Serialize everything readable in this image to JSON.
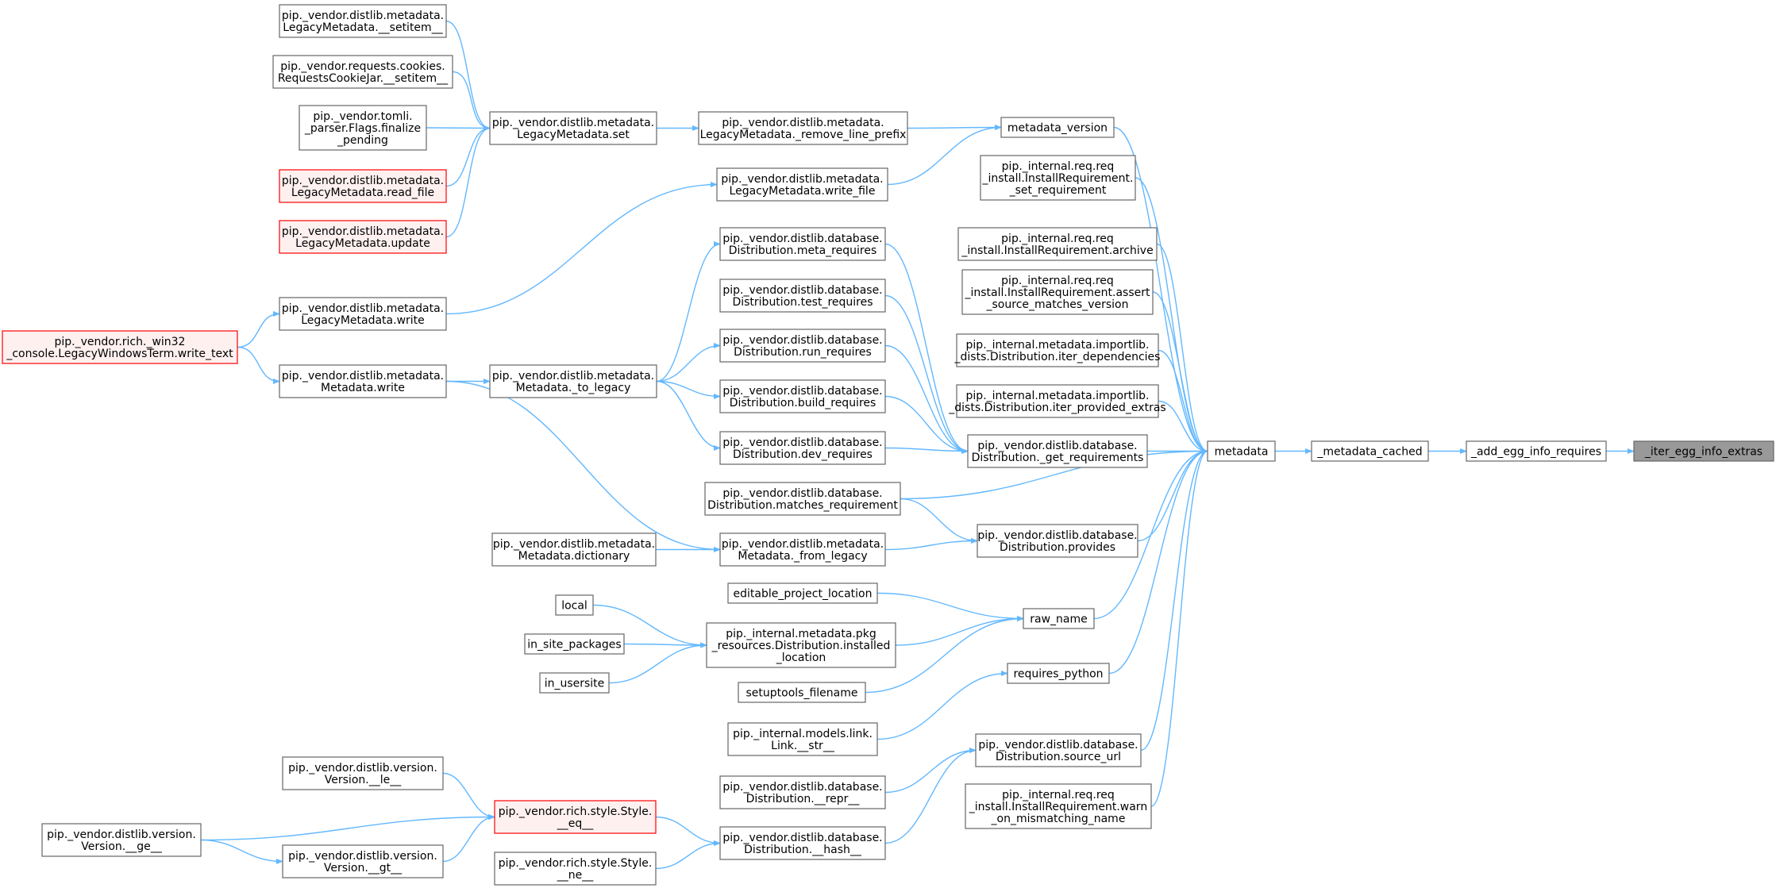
{
  "colors": {
    "edge": "#63b8ff",
    "node_border": "#666666",
    "node_fill": "#ffffff",
    "highlight_fill": "#fff0f0",
    "highlight_border": "#ff0000",
    "focus_fill": "#999999"
  },
  "nodes": [
    {
      "id": "focus",
      "lines": [
        "_iter_egg_info_extras"
      ],
      "style": "focus"
    },
    {
      "id": "add_egg",
      "lines": [
        "_add_egg_info_requires"
      ]
    },
    {
      "id": "metadata_cached",
      "lines": [
        "_metadata_cached"
      ]
    },
    {
      "id": "metadata",
      "lines": [
        "metadata"
      ]
    },
    {
      "id": "metadata_version",
      "lines": [
        "metadata_version"
      ]
    },
    {
      "id": "set_requirement",
      "lines": [
        "pip._internal.req.req",
        "_install.InstallRequirement.",
        "_set_requirement"
      ]
    },
    {
      "id": "archive",
      "lines": [
        "pip._internal.req.req",
        "_install.InstallRequirement.archive"
      ]
    },
    {
      "id": "assert_source",
      "lines": [
        "pip._internal.req.req",
        "_install.InstallRequirement.assert",
        "_source_matches_version"
      ]
    },
    {
      "id": "iter_dependencies",
      "lines": [
        "pip._internal.metadata.importlib.",
        "_dists.Distribution.iter_dependencies"
      ]
    },
    {
      "id": "iter_provided",
      "lines": [
        "pip._internal.metadata.importlib.",
        "_dists.Distribution.iter_provided_extras"
      ]
    },
    {
      "id": "get_requirements",
      "lines": [
        "pip._vendor.distlib.database.",
        "Distribution._get_requirements"
      ]
    },
    {
      "id": "provides",
      "lines": [
        "pip._vendor.distlib.database.",
        "Distribution.provides"
      ]
    },
    {
      "id": "raw_name",
      "lines": [
        "raw_name"
      ]
    },
    {
      "id": "requires_python",
      "lines": [
        "requires_python"
      ]
    },
    {
      "id": "source_url",
      "lines": [
        "pip._vendor.distlib.database.",
        "Distribution.source_url"
      ]
    },
    {
      "id": "warn_mismatch",
      "lines": [
        "pip._internal.req.req",
        "_install.InstallRequirement.warn",
        "_on_mismatching_name"
      ]
    },
    {
      "id": "remove_line_prefix",
      "lines": [
        "pip._vendor.distlib.metadata.",
        "LegacyMetadata._remove_line_prefix"
      ]
    },
    {
      "id": "write_file",
      "lines": [
        "pip._vendor.distlib.metadata.",
        "LegacyMetadata.write_file"
      ]
    },
    {
      "id": "meta_requires",
      "lines": [
        "pip._vendor.distlib.database.",
        "Distribution.meta_requires"
      ]
    },
    {
      "id": "test_requires",
      "lines": [
        "pip._vendor.distlib.database.",
        "Distribution.test_requires"
      ]
    },
    {
      "id": "run_requires",
      "lines": [
        "pip._vendor.distlib.database.",
        "Distribution.run_requires"
      ]
    },
    {
      "id": "build_requires",
      "lines": [
        "pip._vendor.distlib.database.",
        "Distribution.build_requires"
      ]
    },
    {
      "id": "dev_requires",
      "lines": [
        "pip._vendor.distlib.database.",
        "Distribution.dev_requires"
      ]
    },
    {
      "id": "matches_requirement",
      "lines": [
        "pip._vendor.distlib.database.",
        "Distribution.matches_requirement"
      ]
    },
    {
      "id": "from_legacy",
      "lines": [
        "pip._vendor.distlib.metadata.",
        "Metadata._from_legacy"
      ]
    },
    {
      "id": "editable_loc",
      "lines": [
        "editable_project_location"
      ]
    },
    {
      "id": "installed_location",
      "lines": [
        "pip._internal.metadata.pkg",
        "_resources.Distribution.installed",
        "_location"
      ]
    },
    {
      "id": "setuptools_filename",
      "lines": [
        "setuptools_filename"
      ]
    },
    {
      "id": "link_str",
      "lines": [
        "pip._internal.models.link.",
        "Link.__str__"
      ]
    },
    {
      "id": "dist_repr",
      "lines": [
        "pip._vendor.distlib.database.",
        "Distribution.__repr__"
      ]
    },
    {
      "id": "dist_hash",
      "lines": [
        "pip._vendor.distlib.database.",
        "Distribution.__hash__"
      ]
    },
    {
      "id": "lm_set",
      "lines": [
        "pip._vendor.distlib.metadata.",
        "LegacyMetadata.set"
      ]
    },
    {
      "id": "lm_write",
      "lines": [
        "pip._vendor.distlib.metadata.",
        "LegacyMetadata.write"
      ]
    },
    {
      "id": "to_legacy",
      "lines": [
        "pip._vendor.distlib.metadata.",
        "Metadata._to_legacy"
      ]
    },
    {
      "id": "m_write",
      "lines": [
        "pip._vendor.distlib.metadata.",
        "Metadata.write"
      ]
    },
    {
      "id": "m_dictionary",
      "lines": [
        "pip._vendor.distlib.metadata.",
        "Metadata.dictionary"
      ]
    },
    {
      "id": "local",
      "lines": [
        "local"
      ]
    },
    {
      "id": "in_site_packages",
      "lines": [
        "in_site_packages"
      ]
    },
    {
      "id": "in_usersite",
      "lines": [
        "in_usersite"
      ]
    },
    {
      "id": "style_eq",
      "lines": [
        "pip._vendor.rich.style.Style.",
        "__eq__"
      ],
      "style": "red"
    },
    {
      "id": "style_ne",
      "lines": [
        "pip._vendor.rich.style.Style.",
        "__ne__"
      ]
    },
    {
      "id": "lm_setitem",
      "lines": [
        "pip._vendor.distlib.metadata.",
        "LegacyMetadata.__setitem__"
      ]
    },
    {
      "id": "rcj_setitem",
      "lines": [
        "pip._vendor.requests.cookies.",
        "RequestsCookieJar.__setitem__"
      ]
    },
    {
      "id": "tomli_finalize",
      "lines": [
        "pip._vendor.tomli.",
        "_parser.Flags.finalize",
        "_pending"
      ]
    },
    {
      "id": "read_file",
      "lines": [
        "pip._vendor.distlib.metadata.",
        "LegacyMetadata.read_file"
      ],
      "style": "red"
    },
    {
      "id": "lm_update",
      "lines": [
        "pip._vendor.distlib.metadata.",
        "LegacyMetadata.update"
      ],
      "style": "red"
    },
    {
      "id": "write_text",
      "lines": [
        "pip._vendor.rich._win32",
        "_console.LegacyWindowsTerm.write_text"
      ],
      "style": "red"
    },
    {
      "id": "version_le",
      "lines": [
        "pip._vendor.distlib.version.",
        "Version.__le__"
      ]
    },
    {
      "id": "version_gt",
      "lines": [
        "pip._vendor.distlib.version.",
        "Version.__gt__"
      ]
    },
    {
      "id": "version_ge",
      "lines": [
        "pip._vendor.distlib.version.",
        "Version.__ge__"
      ]
    }
  ]
}
